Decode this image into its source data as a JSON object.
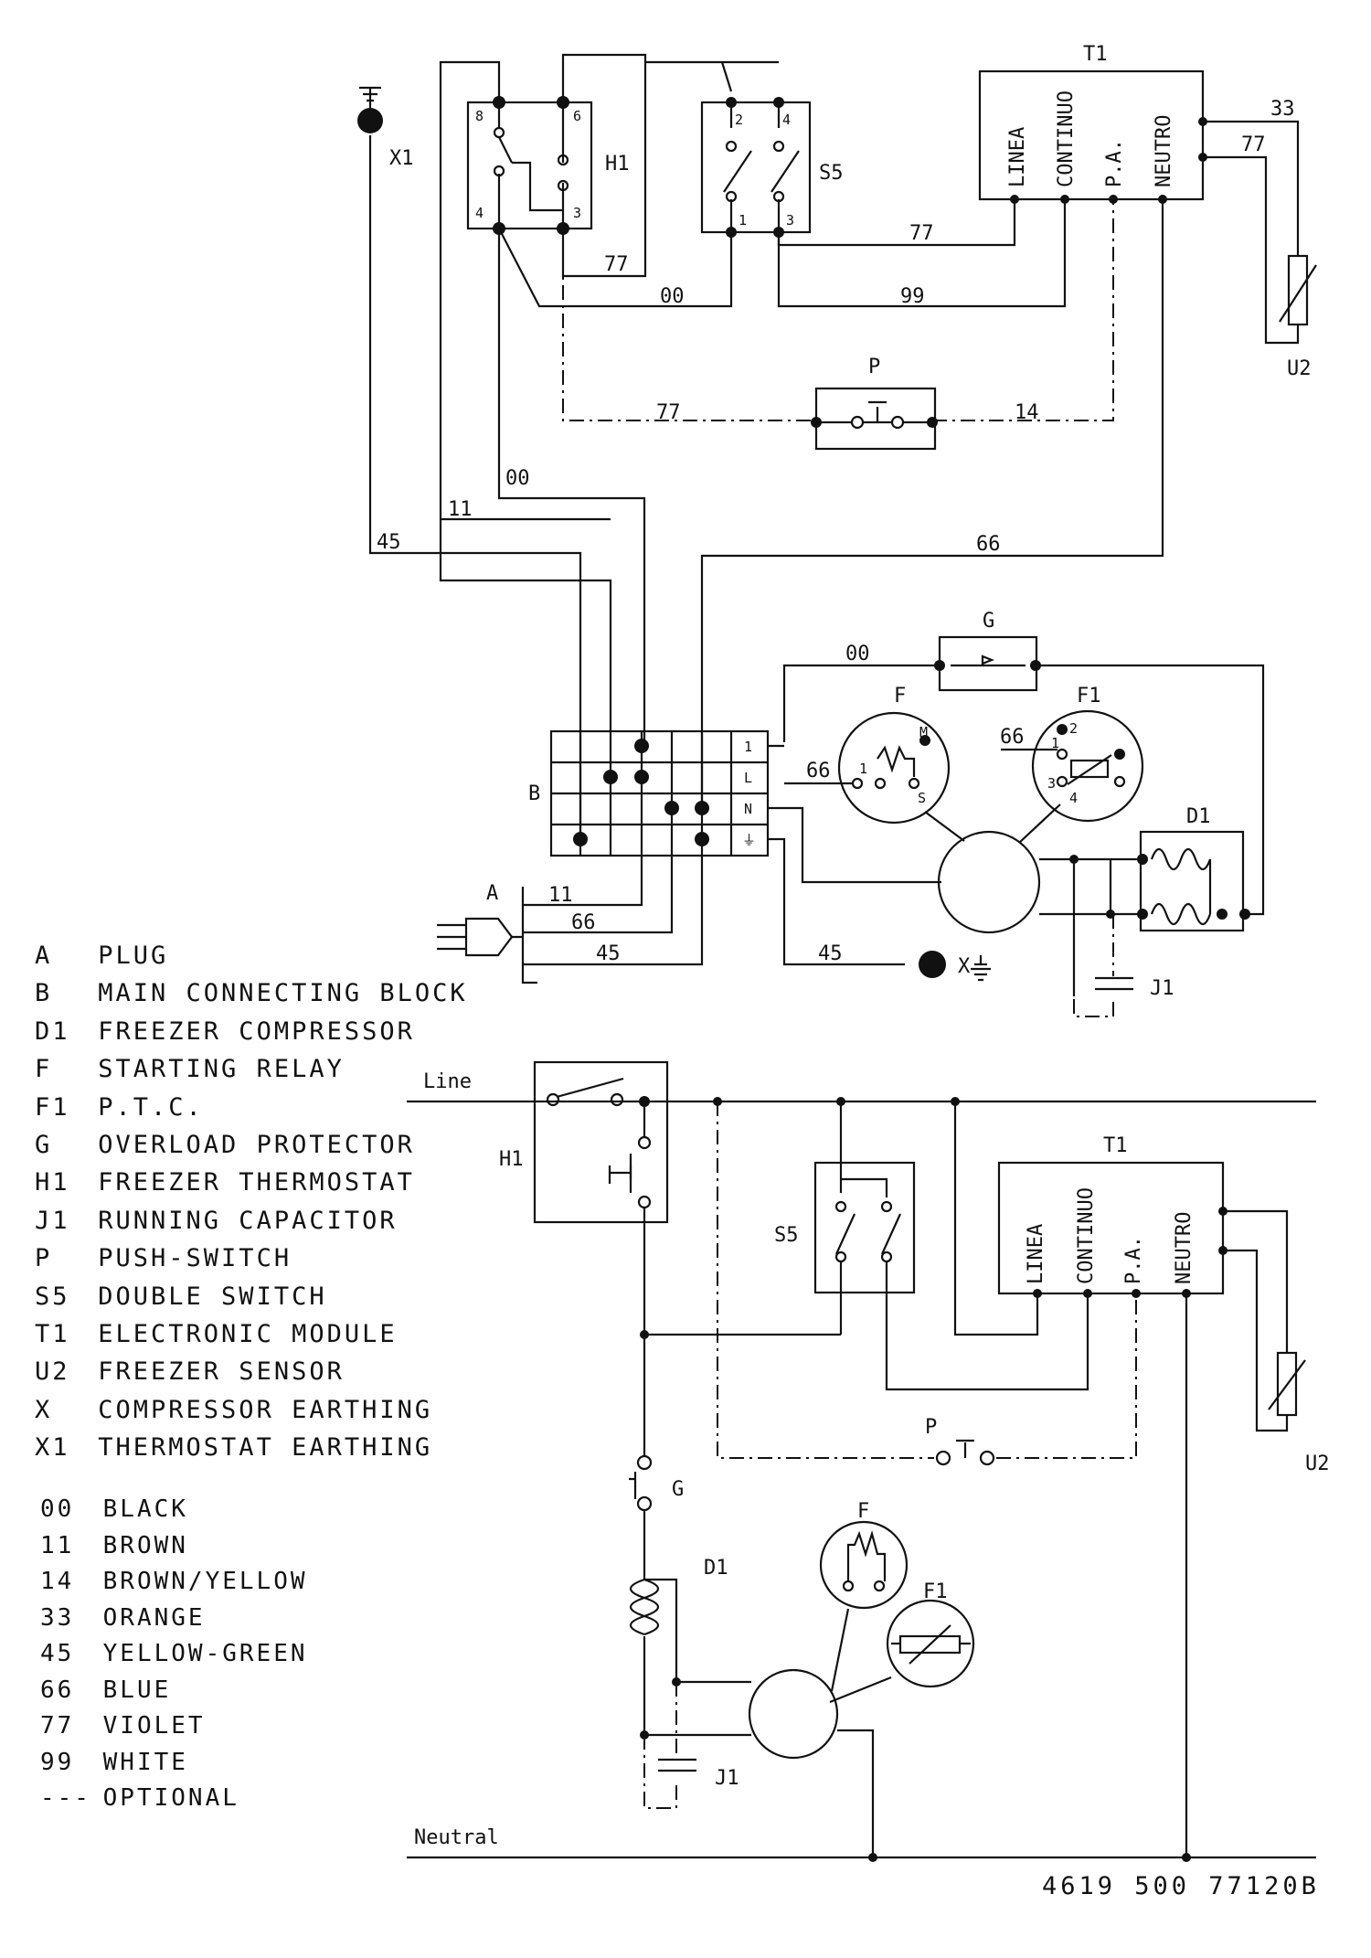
{
  "components": {
    "T1": "T1",
    "H1": "H1",
    "S5": "S5",
    "U2": "U2",
    "P": "P",
    "G": "G",
    "F": "F",
    "F1": "F1",
    "D1": "D1",
    "J1": "J1",
    "B": "B",
    "A": "A",
    "X": "X",
    "X1": "X1"
  },
  "module_terminals": [
    "LINEA",
    "CONTINUO",
    "P.A.",
    "NEUTRO"
  ],
  "wire_numbers": {
    "w33": "33",
    "w77": "77",
    "w00": "00",
    "w99": "99",
    "w14": "14",
    "w11": "11",
    "w45": "45",
    "w66": "66"
  },
  "terminal_numbers": {
    "h1": [
      "8",
      "6",
      "4",
      "3"
    ],
    "s5": [
      "2",
      "4",
      "1",
      "3"
    ],
    "f1": [
      "2",
      "1",
      "3",
      "4"
    ],
    "f": [
      "M",
      "1",
      "S"
    ],
    "block": [
      "1",
      "L",
      "N",
      "⏚"
    ]
  },
  "schematic": {
    "line": "Line",
    "neutral": "Neutral"
  },
  "legend": [
    {
      "code": "A",
      "label": "PLUG"
    },
    {
      "code": "B",
      "label": "MAIN CONNECTING BLOCK"
    },
    {
      "code": "D1",
      "label": "FREEZER COMPRESSOR"
    },
    {
      "code": "F",
      "label": "STARTING RELAY"
    },
    {
      "code": "F1",
      "label": "P.T.C."
    },
    {
      "code": "G",
      "label": "OVERLOAD PROTECTOR"
    },
    {
      "code": "H1",
      "label": "FREEZER THERMOSTAT"
    },
    {
      "code": "J1",
      "label": "RUNNING CAPACITOR"
    },
    {
      "code": "P",
      "label": "PUSH-SWITCH"
    },
    {
      "code": "S5",
      "label": "DOUBLE SWITCH"
    },
    {
      "code": "T1",
      "label": "ELECTRONIC MODULE"
    },
    {
      "code": "U2",
      "label": "FREEZER SENSOR"
    },
    {
      "code": "X",
      "label": "COMPRESSOR EARTHING"
    },
    {
      "code": "X1",
      "label": "THERMOSTAT EARTHING"
    }
  ],
  "wire_colors": [
    {
      "code": "00",
      "label": "BLACK"
    },
    {
      "code": "11",
      "label": "BROWN"
    },
    {
      "code": "14",
      "label": "BROWN/YELLOW"
    },
    {
      "code": "33",
      "label": "ORANGE"
    },
    {
      "code": "45",
      "label": "YELLOW-GREEN"
    },
    {
      "code": "66",
      "label": "BLUE"
    },
    {
      "code": "77",
      "label": "VIOLET"
    },
    {
      "code": "99",
      "label": "WHITE"
    },
    {
      "code": "---",
      "label": "OPTIONAL"
    }
  ],
  "drawing_number": "4619 500 77120B"
}
